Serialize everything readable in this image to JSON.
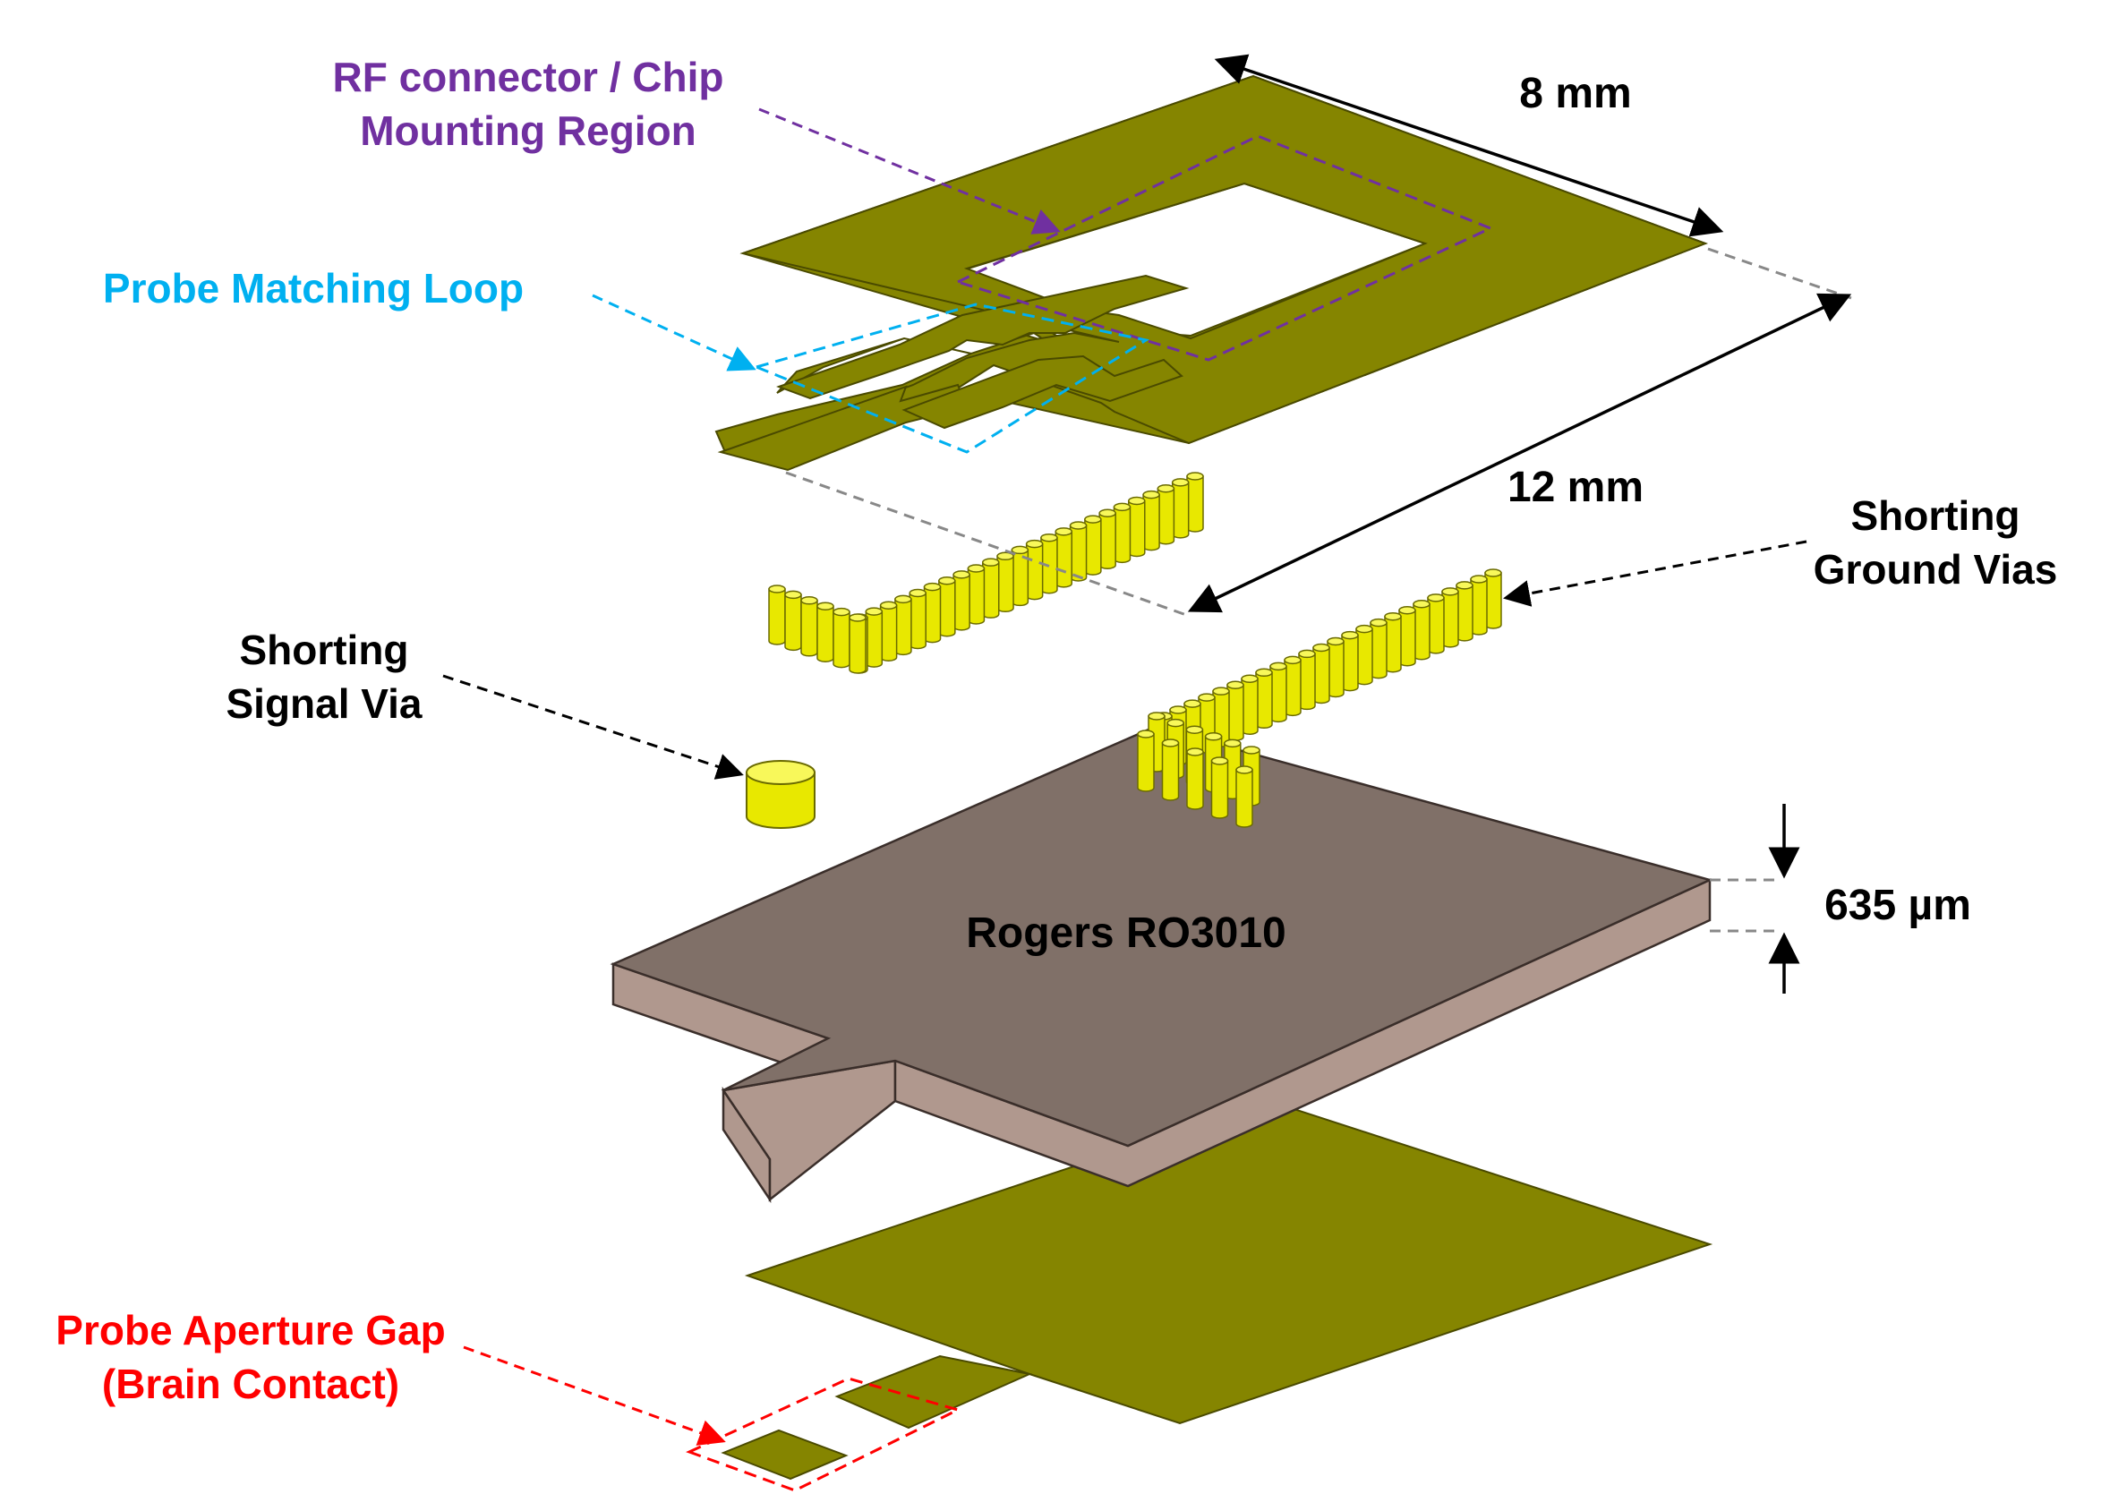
{
  "colors": {
    "copper": "#858500",
    "copper_edge": "#4a4a00",
    "via_side": "#e8e800",
    "via_top": "#f8f85a",
    "via_edge": "#6a6a00",
    "substrate_top": "#807068",
    "substrate_side": "#b0988e",
    "substrate_edge": "#3a2e2a",
    "purple": "#7030a0",
    "cyan": "#00b0f0",
    "red": "#ff0000",
    "black": "#000000",
    "gray": "#888888"
  },
  "labels": {
    "rf_line1": "RF connector / Chip",
    "rf_line2": "Mounting Region",
    "matching_loop": "Probe Matching Loop",
    "signal_via_line1": "Shorting",
    "signal_via_line2": "Signal Via",
    "ground_vias_line1": "Shorting",
    "ground_vias_line2": "Ground Vias",
    "substrate": "Rogers RO3010",
    "aperture_line1": "Probe Aperture Gap",
    "aperture_line2": "(Brain Contact)"
  },
  "dimensions": {
    "width": "8 mm",
    "length": "12 mm",
    "thickness": "635 µm"
  }
}
